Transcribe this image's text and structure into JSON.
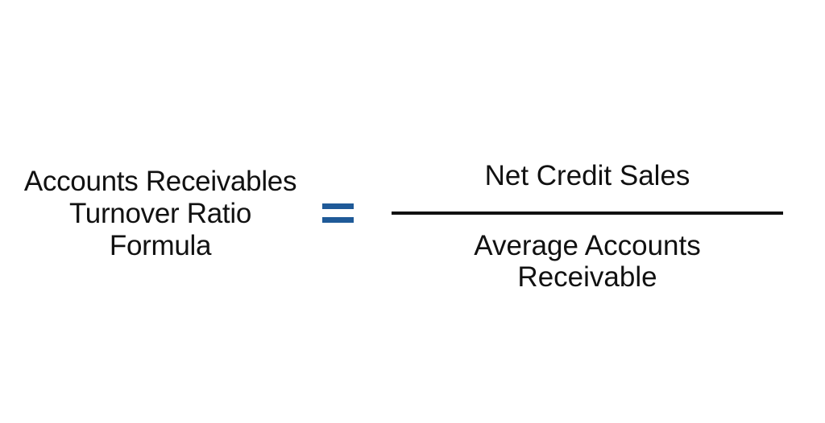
{
  "formula": {
    "lhs_lines": [
      "Accounts Receivables",
      "Turnover Ratio",
      "Formula"
    ],
    "operator": "=",
    "numerator": "Net Credit Sales",
    "denominator_lines": [
      "Average Accounts",
      "Receivable"
    ]
  },
  "colors": {
    "equals_sign": "#1f5a98",
    "text": "#111111",
    "background": "#ffffff"
  }
}
